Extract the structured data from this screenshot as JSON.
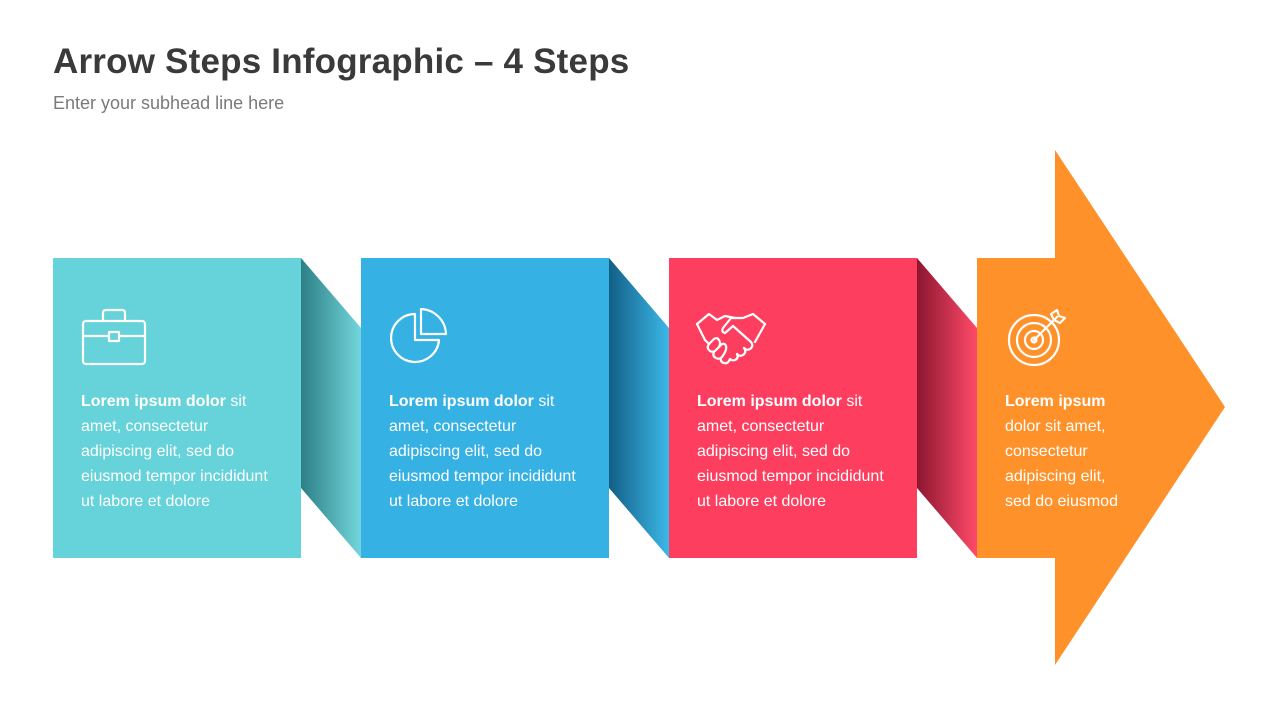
{
  "title": "Arrow Steps Infographic – 4 Steps",
  "subtitle": "Enter your subhead line here",
  "colors": {
    "teal": "#66D2D9",
    "blue": "#35B1E3",
    "red": "#FE3E5F",
    "orange": "#FF912A"
  },
  "steps": [
    {
      "icon": "briefcase-icon",
      "bold": "Lorem ipsum dolor",
      "text": " sit amet, consectetur adipiscing elit, sed do eiusmod tempor incididunt ut labore et dolore"
    },
    {
      "icon": "pie-chart-icon",
      "bold": "Lorem ipsum dolor",
      "text": " sit amet, consectetur adipiscing elit, sed do eiusmod tempor incididunt ut labore et dolore"
    },
    {
      "icon": "handshake-icon",
      "bold": "Lorem ipsum dolor",
      "text": " sit amet, consectetur adipiscing elit, sed do eiusmod tempor incididunt ut labore et dolore"
    },
    {
      "icon": "target-icon",
      "bold": "Lorem ipsum",
      "text": " dolor sit amet, consectetur adipiscing elit, sed do eiusmod"
    }
  ]
}
